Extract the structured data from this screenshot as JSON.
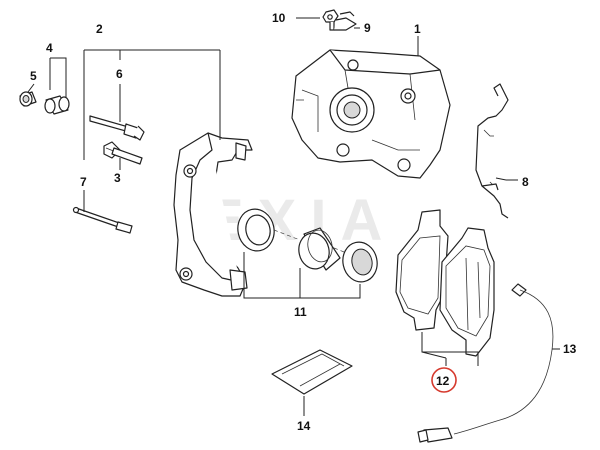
{
  "callouts": [
    {
      "id": "c1",
      "text": "1"
    },
    {
      "id": "c2",
      "text": "2"
    },
    {
      "id": "c3",
      "text": "3"
    },
    {
      "id": "c4",
      "text": "4"
    },
    {
      "id": "c5",
      "text": "5"
    },
    {
      "id": "c6",
      "text": "6"
    },
    {
      "id": "c7",
      "text": "7"
    },
    {
      "id": "c8",
      "text": "8"
    },
    {
      "id": "c9",
      "text": "9"
    },
    {
      "id": "c10",
      "text": "10"
    },
    {
      "id": "c11",
      "text": "11"
    },
    {
      "id": "c12",
      "text": "12"
    },
    {
      "id": "c13",
      "text": "13"
    },
    {
      "id": "c14",
      "text": "14"
    }
  ],
  "highlighted_callout": "12",
  "highlight_color": "#d63a2e",
  "watermark_text": "EXIA"
}
